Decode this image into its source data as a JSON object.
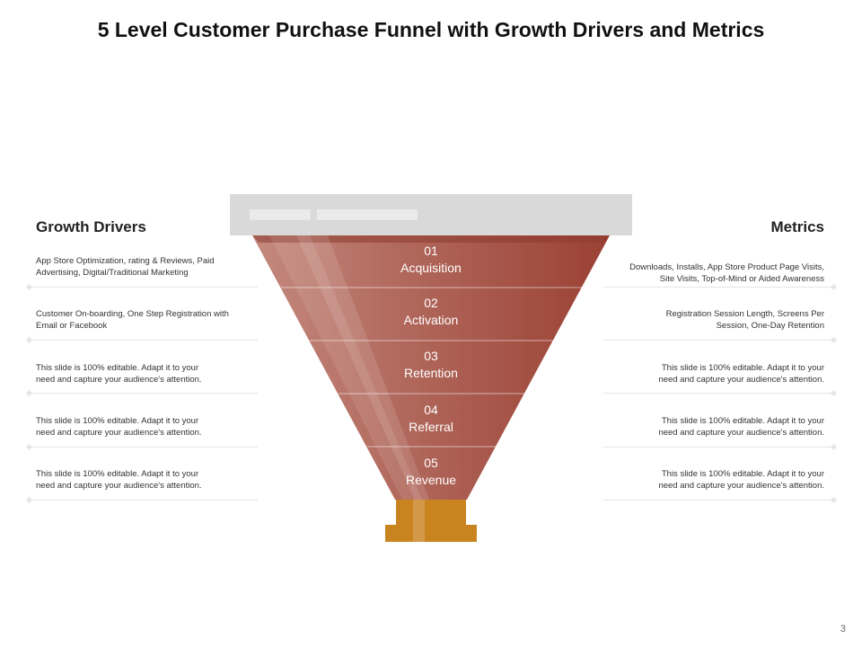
{
  "title": "5 Level Customer Purchase Funnel with Growth Drivers and Metrics",
  "left_heading": "Growth Drivers",
  "right_heading": "Metrics",
  "page_number": "3",
  "colors": {
    "funnel": "#a0473a",
    "base": "#c98420",
    "lid": "#d9d9d9"
  },
  "stages": [
    {
      "number": "01",
      "name": "Acquisition",
      "driver_lines": [
        "App Store Optimization,  rating & Reviews, Paid",
        "Advertising, Digital/Traditional Marketing"
      ],
      "metric_lines": [
        "Downloads, Installs, App Store Product Page Visits,",
        "Site Visits, Top-of-Mind or Aided Awareness"
      ]
    },
    {
      "number": "02",
      "name": "Activation",
      "driver_lines": [
        "Customer On-boarding, One Step Registration  with",
        "Email  or Facebook"
      ],
      "metric_lines": [
        "Registration Session Length, Screens Per",
        "Session, One-Day Retention"
      ]
    },
    {
      "number": "03",
      "name": "Retention",
      "driver_lines": [
        "This slide is 100% editable.  Adapt it to your",
        "need and capture your audience's attention."
      ],
      "metric_lines": [
        "This slide is 100% editable.  Adapt it to your",
        "need and capture your audience's attention."
      ]
    },
    {
      "number": "04",
      "name": "Referral",
      "driver_lines": [
        "This slide is 100% editable.  Adapt it to your",
        "need and capture your audience's attention."
      ],
      "metric_lines": [
        "This slide is 100% editable.  Adapt it to your",
        "need and capture your audience's attention."
      ]
    },
    {
      "number": "05",
      "name": "Revenue",
      "driver_lines": [
        "This slide is 100% editable.  Adapt it to your",
        "need and capture your audience's attention."
      ],
      "metric_lines": [
        "This slide is 100% editable.  Adapt it to your",
        "need and capture your audience's attention."
      ]
    }
  ]
}
